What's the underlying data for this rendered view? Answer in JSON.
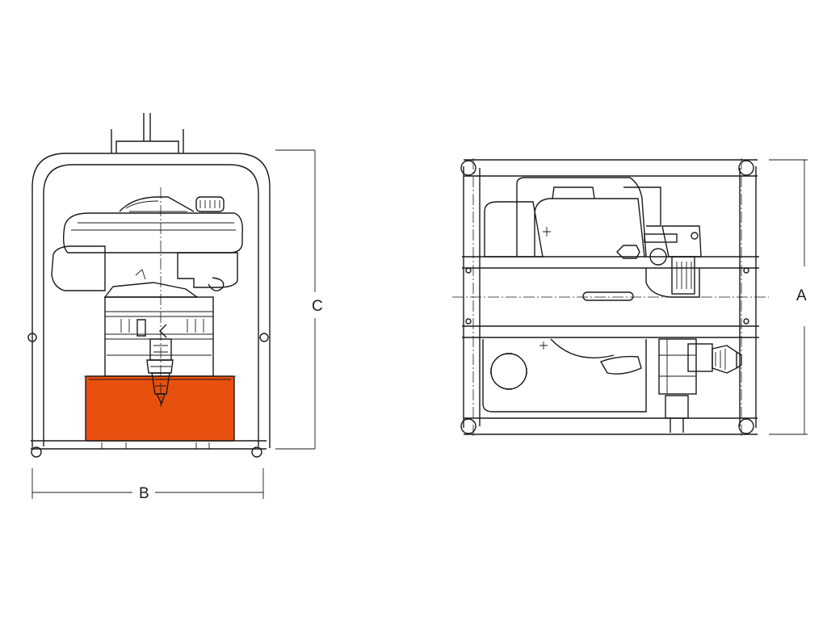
{
  "dimensions": {
    "width_label": "B",
    "height_label": "C",
    "depth_label": "A"
  },
  "colors": {
    "tank": "#e8500e",
    "line": "#1a1a1a",
    "background": "#ffffff"
  }
}
